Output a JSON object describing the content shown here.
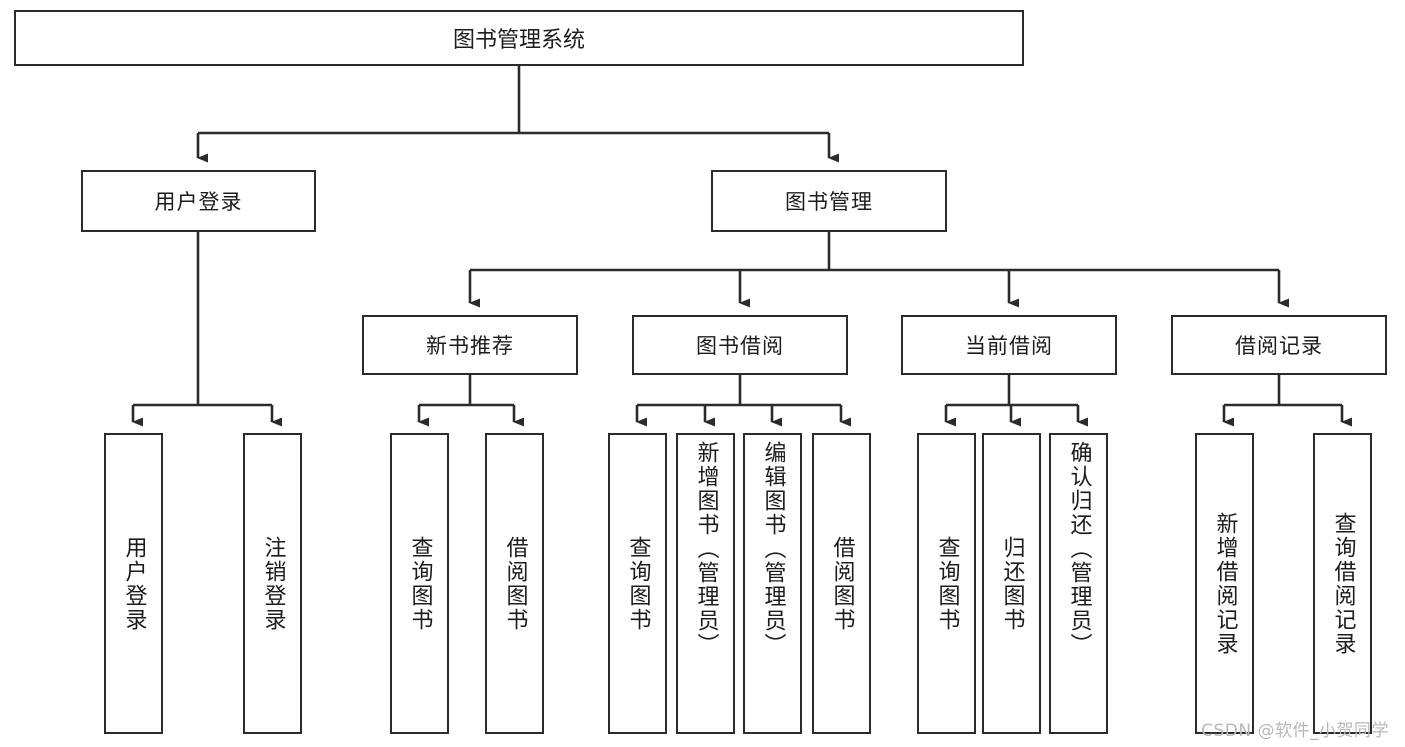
{
  "diagram": {
    "type": "tree",
    "root": {
      "label": "图书管理系统"
    },
    "level2": [
      {
        "label": "用户登录"
      },
      {
        "label": "图书管理"
      }
    ],
    "level3": [
      {
        "label": "新书推荐"
      },
      {
        "label": "图书借阅"
      },
      {
        "label": "当前借阅"
      },
      {
        "label": "借阅记录"
      }
    ],
    "leaves": [
      {
        "label": "用户登录"
      },
      {
        "label": "注销登录"
      },
      {
        "label": "查询图书"
      },
      {
        "label": "借阅图书"
      },
      {
        "label": "查询图书"
      },
      {
        "label": "新增图书（管理员）"
      },
      {
        "label": "编辑图书（管理员）"
      },
      {
        "label": "借阅图书"
      },
      {
        "label": "查询图书"
      },
      {
        "label": "归还图书"
      },
      {
        "label": "确认归还（管理员）"
      },
      {
        "label": "新增借阅记录"
      },
      {
        "label": "查询借阅记录"
      }
    ]
  },
  "watermark": {
    "text": "CSDN @软件_小贺同学"
  },
  "colors": {
    "stroke": "#2b2b2b",
    "background": "#ffffff",
    "text": "#1c1c1c",
    "watermark": "#b8b8b8"
  }
}
